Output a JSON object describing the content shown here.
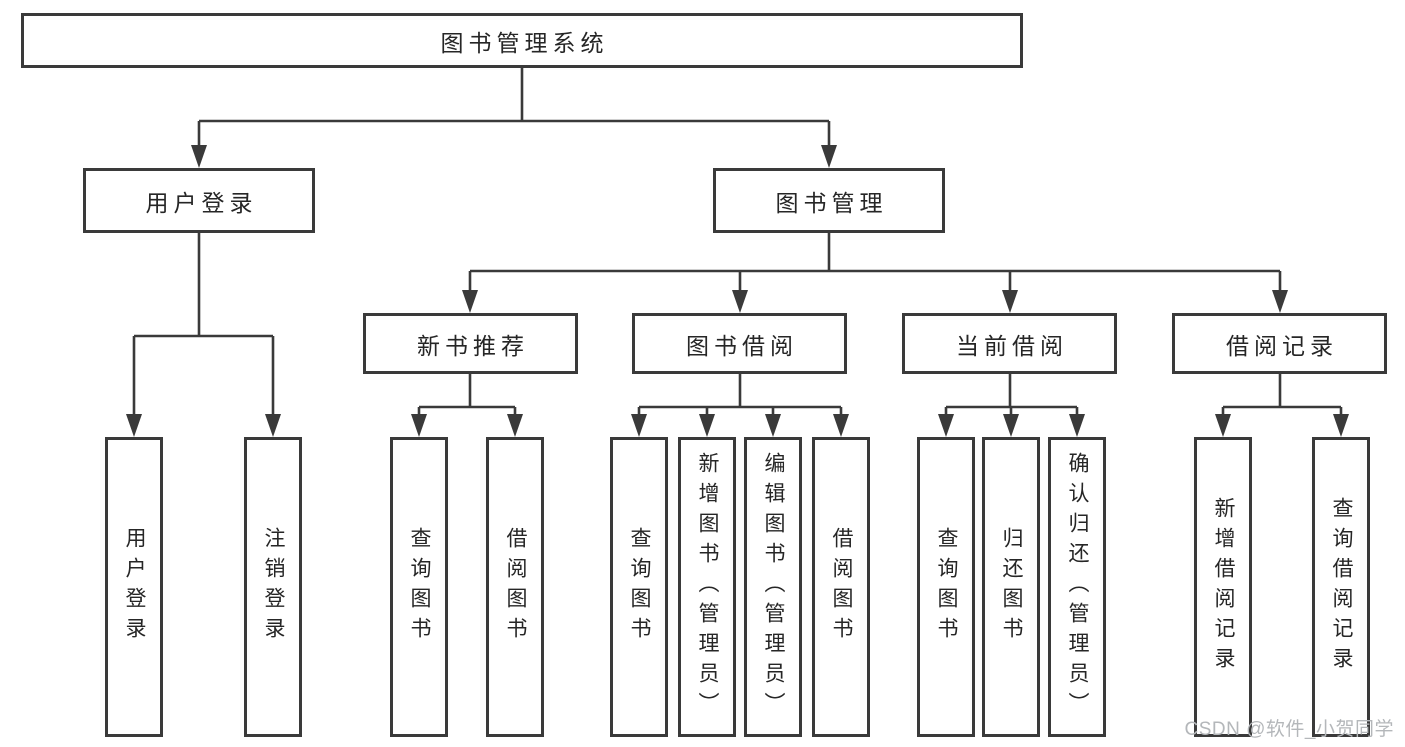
{
  "nodes": {
    "root": "图书管理系统",
    "user_login": "用户登录",
    "book_management": "图书管理",
    "new_book_recommend": "新书推荐",
    "book_borrowing": "图书借阅",
    "current_borrowing": "当前借阅",
    "borrowing_records": "借阅记录",
    "leaf_user_login": "用户登录",
    "leaf_logout": "注销登录",
    "leaf_query_books_1": "查询图书",
    "leaf_borrow_books_1": "借阅图书",
    "leaf_query_books_2": "查询图书",
    "leaf_add_book_admin": "新增图书（管理员）",
    "leaf_edit_book_admin": "编辑图书（管理员）",
    "leaf_borrow_books_2": "借阅图书",
    "leaf_query_books_3": "查询图书",
    "leaf_return_books": "归还图书",
    "leaf_confirm_return_admin": "确认归还（管理员）",
    "leaf_add_borrow_record": "新增借阅记录",
    "leaf_query_borrow_record": "查询借阅记录"
  },
  "watermark": "CSDN @软件_小贺同学",
  "colors": {
    "background": "#ffffff",
    "box_border": "#3a3a3a",
    "line": "#3a3a3a",
    "text": "#262626",
    "watermark": "#b4b7ba"
  }
}
